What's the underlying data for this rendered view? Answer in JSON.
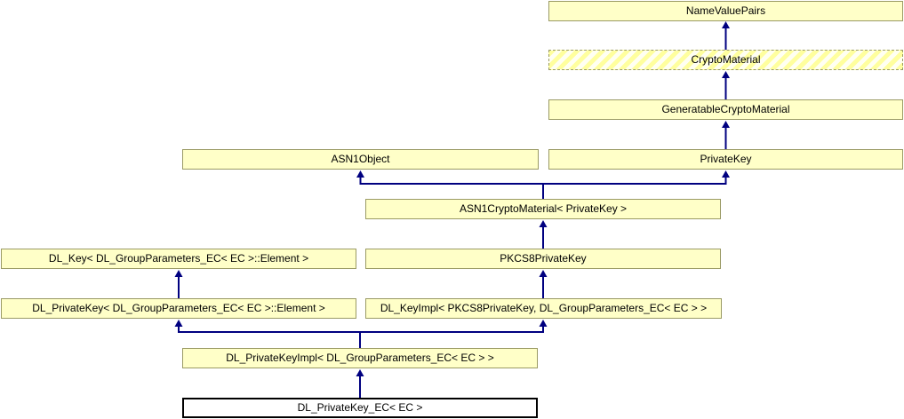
{
  "diagram": {
    "title": "Inheritance diagram for DL_PrivateKey_EC< EC >",
    "colors": {
      "box_fill": "#ffffc8",
      "box_border": "#9a9a64",
      "hatch_stripe": "#ffff9e",
      "hatch_gap": "#fffff2",
      "arrow": "#000080",
      "current_box_border": "#000000",
      "text": "#000000",
      "background": "#ffffff"
    },
    "nodes": [
      {
        "label": "NameValuePairs",
        "style": "solid"
      },
      {
        "label": "CryptoMaterial",
        "style": "hatched-dashed"
      },
      {
        "label": "GeneratableCryptoMaterial",
        "style": "solid"
      },
      {
        "label": "ASN1Object",
        "style": "solid"
      },
      {
        "label": "PrivateKey",
        "style": "solid"
      },
      {
        "label": "ASN1CryptoMaterial< PrivateKey >",
        "style": "solid"
      },
      {
        "label": "DL_Key< DL_GroupParameters_EC< EC >::Element >",
        "style": "solid"
      },
      {
        "label": "PKCS8PrivateKey",
        "style": "solid"
      },
      {
        "label": "DL_PrivateKey< DL_GroupParameters_EC< EC >::Element >",
        "style": "solid"
      },
      {
        "label": "DL_KeyImpl< PKCS8PrivateKey, DL_GroupParameters_EC< EC > >",
        "style": "solid"
      },
      {
        "label": "DL_PrivateKeyImpl< DL_GroupParameters_EC< EC > >",
        "style": "solid"
      },
      {
        "label": "DL_PrivateKey_EC< EC >",
        "style": "current-class"
      }
    ],
    "edges": [
      {
        "from": "CryptoMaterial",
        "to": "NameValuePairs"
      },
      {
        "from": "GeneratableCryptoMaterial",
        "to": "CryptoMaterial"
      },
      {
        "from": "PrivateKey",
        "to": "GeneratableCryptoMaterial"
      },
      {
        "from": "ASN1CryptoMaterial< PrivateKey >",
        "to": "ASN1Object"
      },
      {
        "from": "ASN1CryptoMaterial< PrivateKey >",
        "to": "PrivateKey"
      },
      {
        "from": "PKCS8PrivateKey",
        "to": "ASN1CryptoMaterial< PrivateKey >"
      },
      {
        "from": "DL_PrivateKey< DL_GroupParameters_EC< EC >::Element >",
        "to": "DL_Key< DL_GroupParameters_EC< EC >::Element >"
      },
      {
        "from": "DL_KeyImpl< PKCS8PrivateKey, DL_GroupParameters_EC< EC > >",
        "to": "PKCS8PrivateKey"
      },
      {
        "from": "DL_PrivateKeyImpl< DL_GroupParameters_EC< EC > >",
        "to": "DL_PrivateKey< DL_GroupParameters_EC< EC >::Element >"
      },
      {
        "from": "DL_PrivateKeyImpl< DL_GroupParameters_EC< EC > >",
        "to": "DL_KeyImpl< PKCS8PrivateKey, DL_GroupParameters_EC< EC > >"
      },
      {
        "from": "DL_PrivateKey_EC< EC >",
        "to": "DL_PrivateKeyImpl< DL_GroupParameters_EC< EC > >"
      }
    ]
  }
}
